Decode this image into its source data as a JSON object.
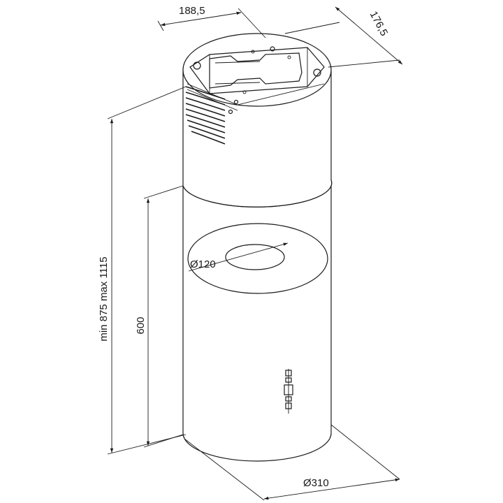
{
  "dimensions": {
    "top_width": "188,5",
    "top_depth": "176,5",
    "total_height": "min 875 max 1115",
    "lower_height": "600",
    "outlet_diameter": "Ø120",
    "body_diameter": "Ø310"
  }
}
